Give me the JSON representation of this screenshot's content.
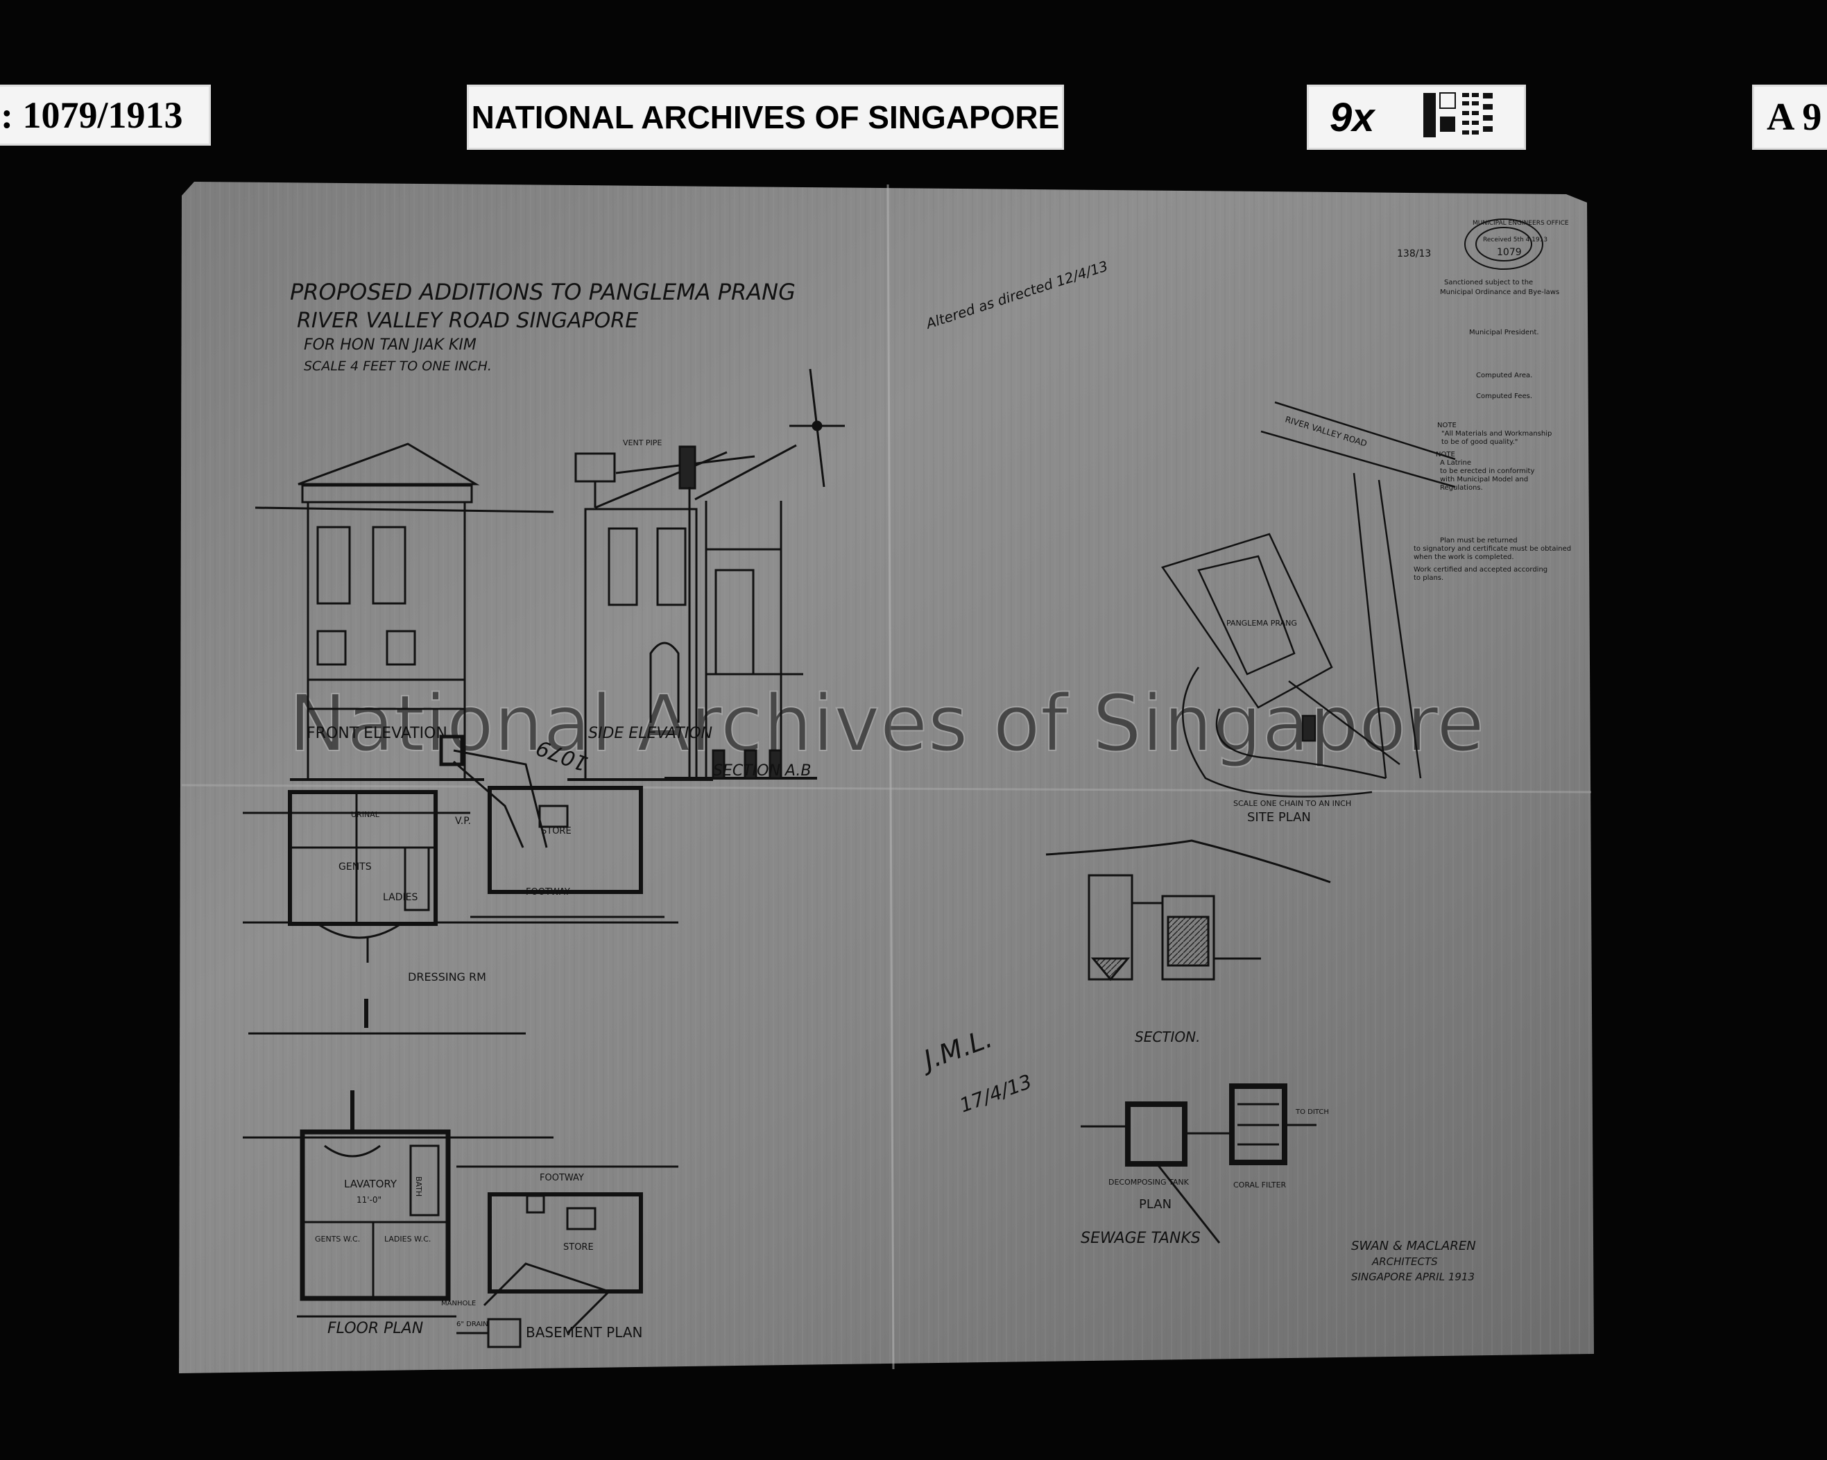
{
  "header": {
    "reference_number": ": 1079/1913",
    "archive_name": "NATIONAL ARCHIVES OF SINGAPORE",
    "reduction_ratio": "9x",
    "sheet_code": "A 9"
  },
  "drawing": {
    "title_lines": [
      "PROPOSED ADDITIONS TO PANGLEMA PRANG",
      "RIVER VALLEY ROAD SINGAPORE",
      "FOR HON TAN JIAK KIM",
      "SCALE 4 FEET TO ONE INCH."
    ],
    "view_labels": {
      "front_elevation": "FRONT ELEVATION",
      "side_elevation": "SIDE ELEVATION",
      "section_ab": "SECTION A.B",
      "site_plan": "SITE PLAN",
      "site_scale": "SCALE ONE CHAIN TO AN INCH",
      "dressing_rm": "DRESSING RM",
      "section": "SECTION.",
      "floor_plan": "FLOOR PLAN",
      "basement_plan": "BASEMENT PLAN",
      "plan": "PLAN",
      "sewage_tanks": "SEWAGE TANKS"
    },
    "room_labels": {
      "lavatory": "LAVATORY",
      "bath": "BATH",
      "gents": "GENTS",
      "ladies": "LADIES",
      "gents_wc": "GENTS W.C.",
      "ladies_wc": "LADIES W.C.",
      "urinal": "URINAL",
      "store": "STORE",
      "footway": "FOOTWAY",
      "panglema_prang": "PANGLEMA PRANG",
      "river_valley_road": "RIVER VALLEY ROAD",
      "decomposing_tank": "DECOMPOSING TANK",
      "coral_filter": "CORAL FILTER",
      "to_ditch": "TO DITCH",
      "drain": "6\" DRAIN",
      "manhole": "MANHOLE",
      "vent_pipe": "VENT PIPE",
      "vp": "V.P.",
      "dimension": "11'-0\""
    },
    "architects": [
      "SWAN & MACLAREN",
      "ARCHITECTS",
      "SINGAPORE APRIL 1913"
    ],
    "stamp": {
      "title": "MUNICIPAL ENGINEERS OFFICE",
      "received": "Received 5th 4.1913",
      "approval_no": "1079",
      "note_lines": [
        "Sanctioned subject to the",
        "Municipal Ordinance and Bye-laws",
        "Municipal President.",
        "Computed Area.",
        "Computed Fees.",
        "NOTE",
        "\"All Materials and Workmanship",
        "to be of good quality.\"",
        "NOTE",
        "A Latrine",
        "to be erected in conformity",
        "with Municipal Model and",
        "Regulations.",
        "Plan must be returned",
        "to signatory and certificate must be obtained",
        "when the work is completed.",
        "Work certified and accepted according",
        "to plans."
      ],
      "file_ref": "138/13"
    },
    "annotations": [
      "Altered as directed 12/4/13",
      "1079",
      "J.M.L.",
      "17/4/13"
    ],
    "watermark": "National Archives of Singapore"
  }
}
